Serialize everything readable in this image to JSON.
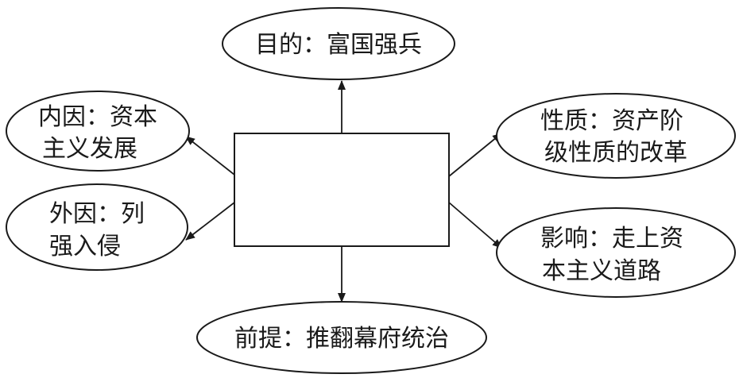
{
  "diagram": {
    "center": {
      "label": ""
    },
    "nodes": {
      "purpose": {
        "lines": [
          "目的：富国强兵"
        ]
      },
      "internal_cause": {
        "lines": [
          "内因：资本",
          "主义发展"
        ]
      },
      "external_cause": {
        "lines": [
          "外因：列",
          "强入侵"
        ]
      },
      "nature": {
        "lines": [
          "性质：资产阶",
          "级性质的改革"
        ]
      },
      "impact": {
        "lines": [
          "影响：走上资",
          "本主义道路"
        ]
      },
      "premise": {
        "lines": [
          "前提：推翻幕府统治"
        ]
      }
    }
  }
}
